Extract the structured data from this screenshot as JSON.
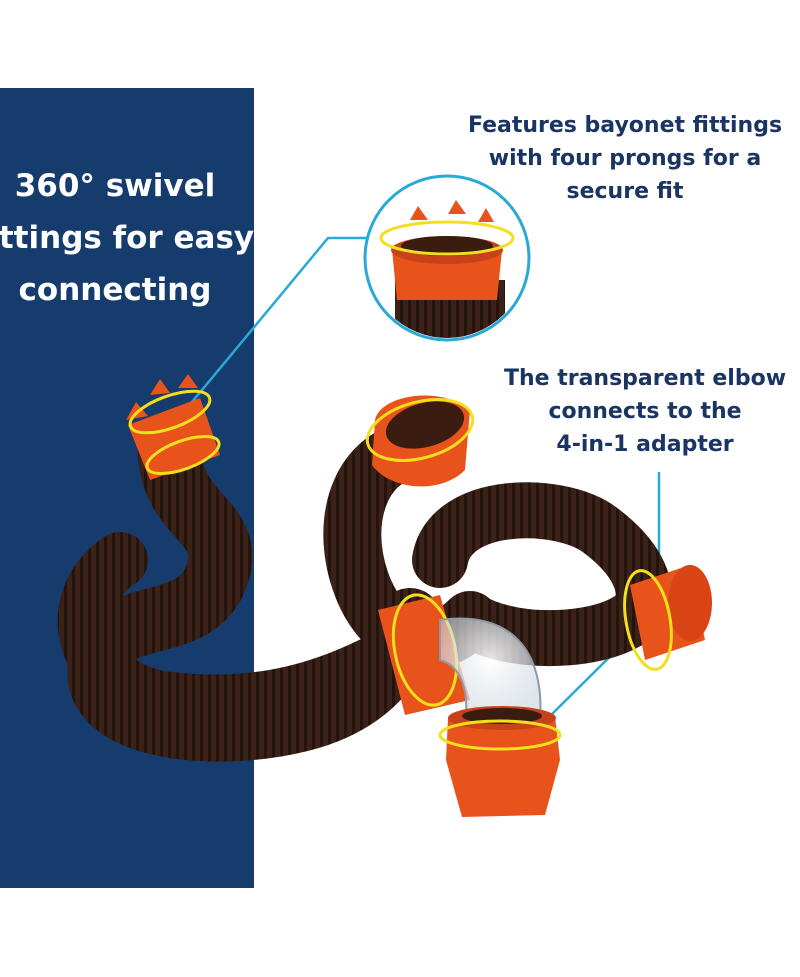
{
  "panel": {
    "lines": [
      "360° swivel",
      "fittings for easy",
      "connecting"
    ]
  },
  "callout_bayonet": {
    "lines": [
      "Features bayonet fittings",
      "with four prongs for a",
      "secure fit"
    ]
  },
  "callout_elbow": {
    "lines": [
      "The transparent elbow",
      "connects to the",
      "4-in-1 adapter"
    ]
  },
  "colors": {
    "panel_blue": "#163b6d",
    "callout_text": "#1a3463",
    "leader_line": "#2aa9d6",
    "hose_brown": "#3a2218",
    "fitting_orange": "#e8531c",
    "highlight_yellow": "#f3df1e"
  }
}
